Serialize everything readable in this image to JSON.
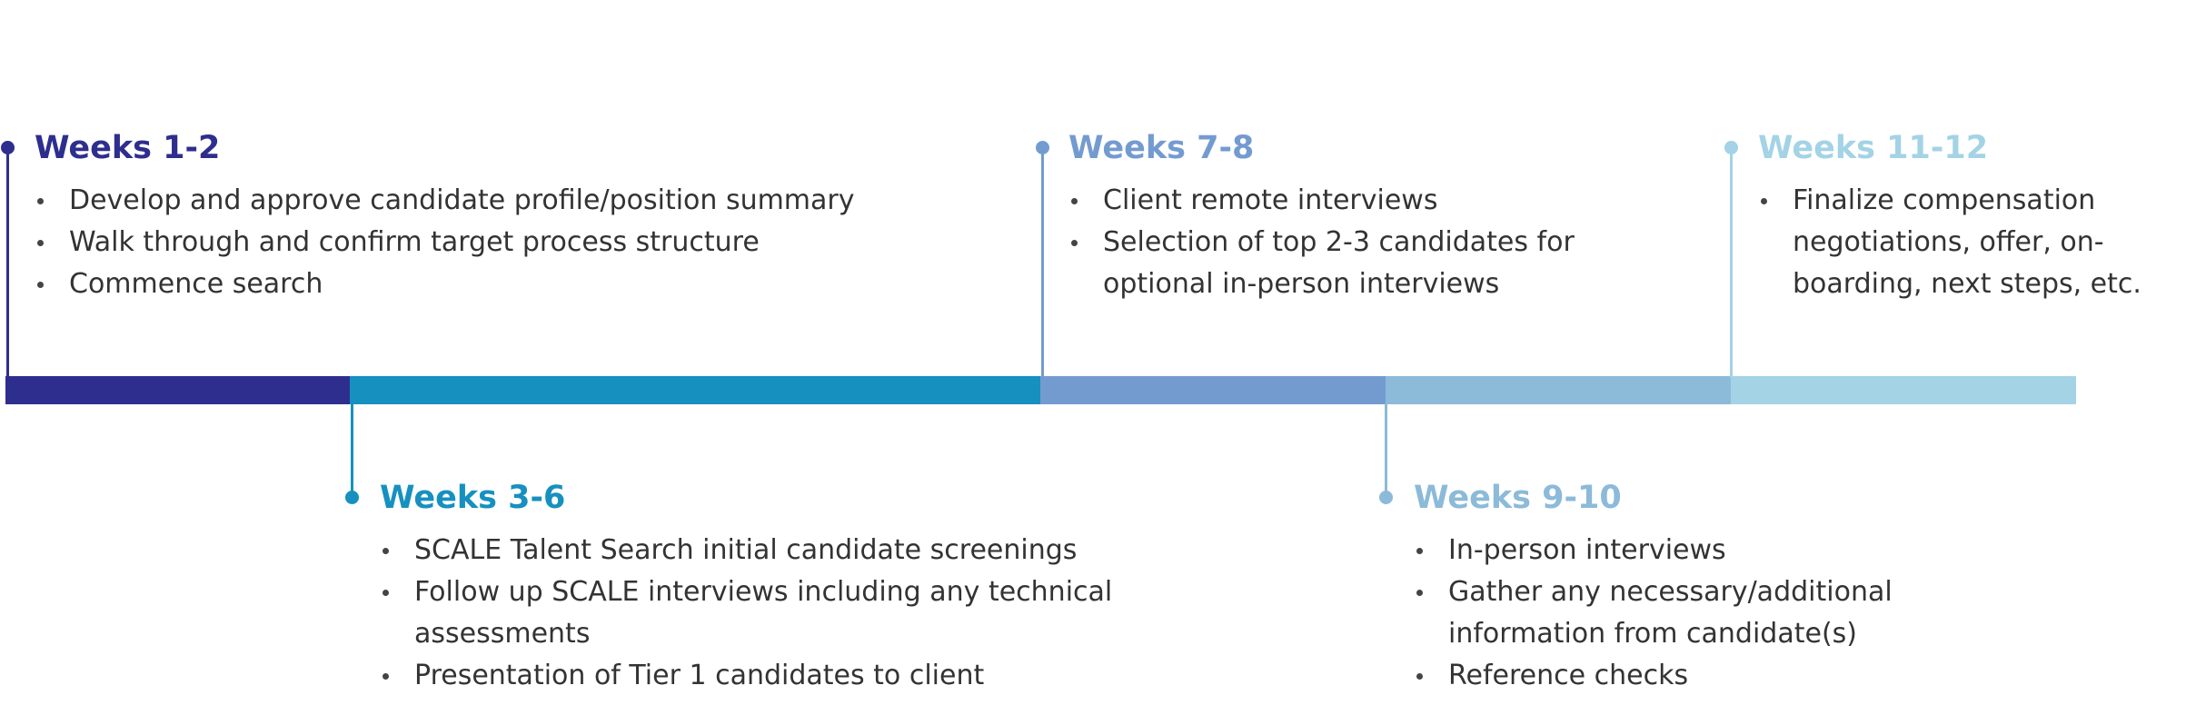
{
  "timeline": {
    "phases": [
      {
        "title": "Weeks 1-2",
        "color": "#2e2e8f",
        "bullets": [
          "Develop and approve candidate profile/position summary",
          "Walk through and confirm target process structure",
          "Commence search"
        ]
      },
      {
        "title": "Weeks 3-6",
        "color": "#1690bf",
        "bullets": [
          "SCALE Talent Search initial candidate screenings",
          "Follow up SCALE interviews including any technical assessments",
          "Presentation of Tier 1 candidates to client"
        ]
      },
      {
        "title": "Weeks 7-8",
        "color": "#749bd0",
        "bullets": [
          "Client remote interviews",
          "Selection of top 2-3 candidates for optional in-person interviews"
        ]
      },
      {
        "title": "Weeks 9-10",
        "color": "#8cbad9",
        "bullets": [
          "In-person interviews",
          "Gather any necessary/additional information from candidate(s)",
          "Reference checks"
        ]
      },
      {
        "title": "Weeks 11-12",
        "color": "#a3d3e5",
        "bullets": [
          "Finalize compensation negotiations, offer, on-boarding, next steps, etc."
        ]
      }
    ]
  }
}
